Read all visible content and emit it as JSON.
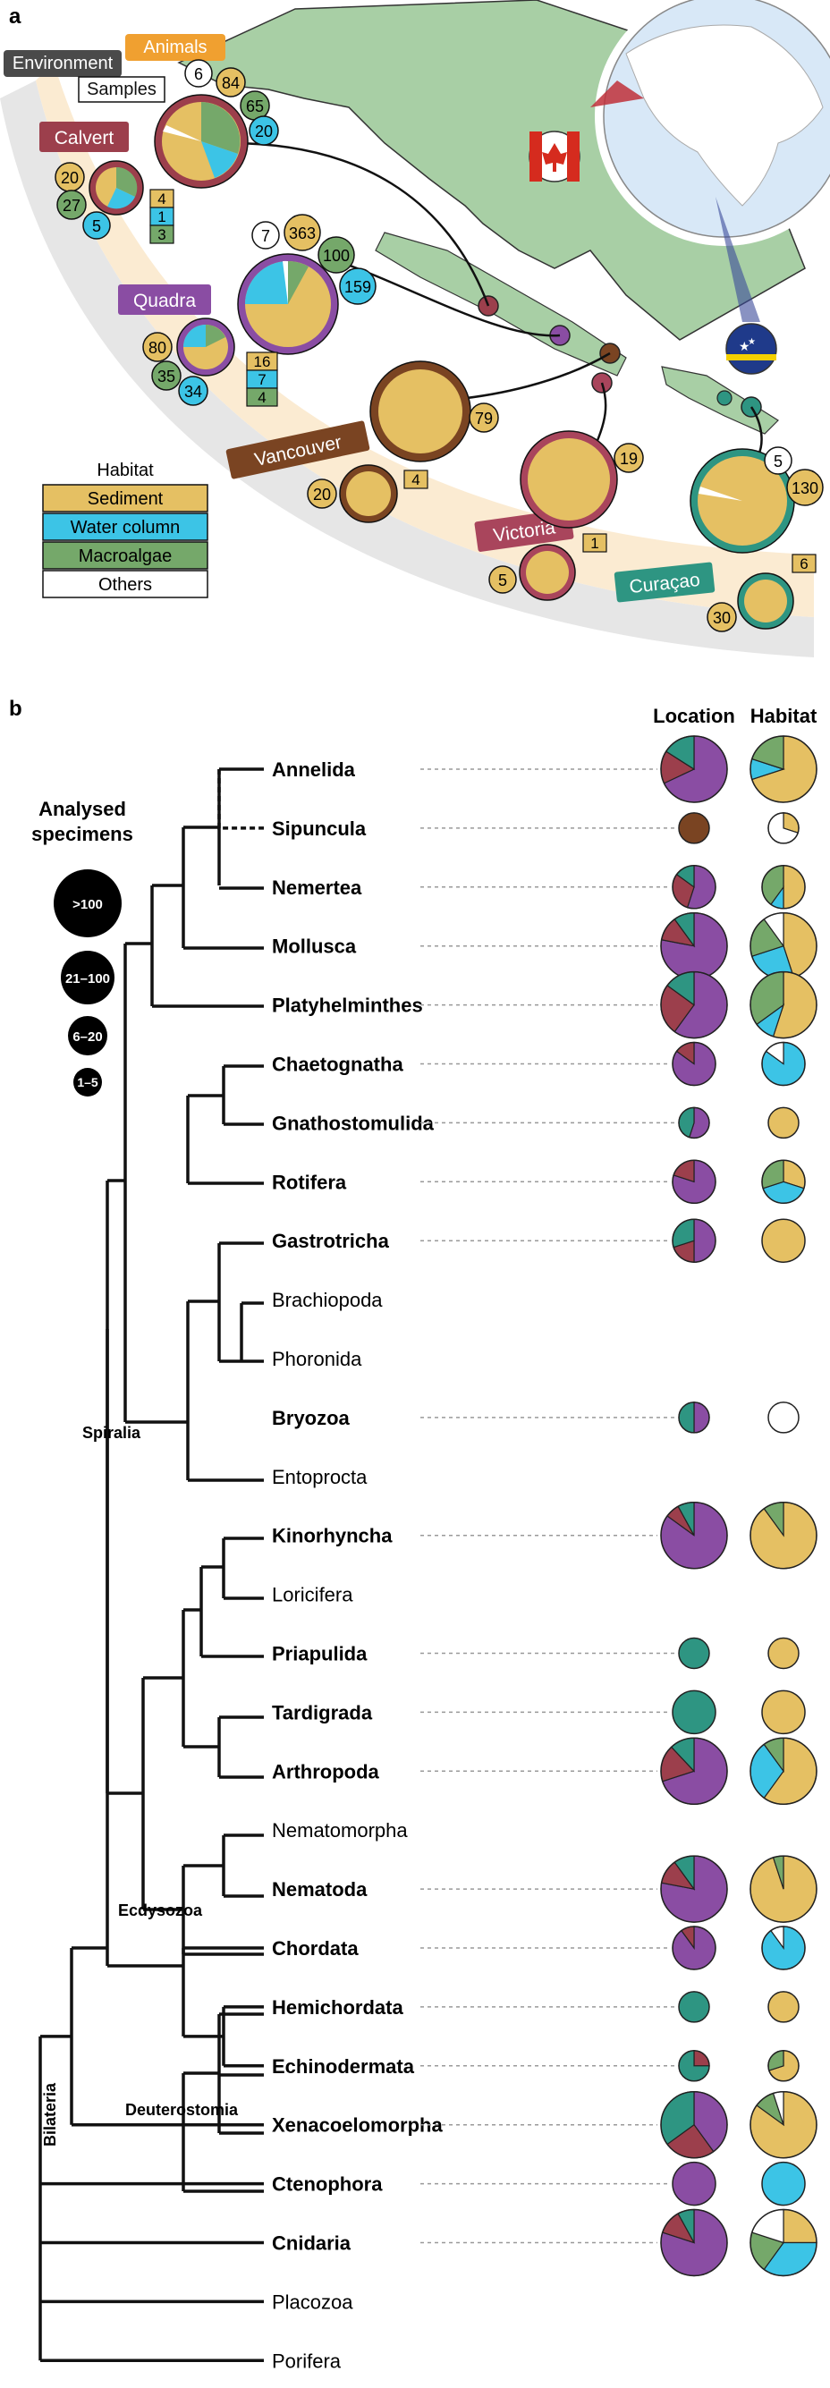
{
  "panel_a": {
    "label": "a",
    "legend_tags": {
      "environment": "Environment",
      "animals": "Animals",
      "samples": "Samples"
    },
    "habitat_legend": {
      "title": "Habitat",
      "items": [
        {
          "label": "Sediment",
          "color": "#E5C063"
        },
        {
          "label": "Water column",
          "color": "#3CC4E6"
        },
        {
          "label": "Macroalgae",
          "color": "#75A86A"
        },
        {
          "label": "Others",
          "color": "#FFFFFF"
        }
      ]
    },
    "region_colors": {
      "calvert": "#9C3F4C",
      "quadra": "#8A4DA3",
      "vancouver": "#7A4422",
      "victoria": "#A9455C",
      "curacao": "#2E9582"
    },
    "sites": [
      {
        "name": "Calvert",
        "environment_samples": [
          "4",
          "1",
          "3"
        ],
        "animal_counts": [
          "6",
          "84",
          "65",
          "20"
        ],
        "sample_counts": [
          "20",
          "27",
          "5"
        ]
      },
      {
        "name": "Quadra",
        "environment_samples": [
          "16",
          "7",
          "4"
        ],
        "animal_counts": [
          "7",
          "363",
          "100",
          "159"
        ],
        "sample_counts": [
          "80",
          "35",
          "34"
        ]
      },
      {
        "name": "Vancouver",
        "environment_samples": [
          "4"
        ],
        "animal_counts": [
          "79"
        ],
        "sample_counts": [
          "20"
        ]
      },
      {
        "name": "Victoria",
        "environment_samples": [
          "1"
        ],
        "animal_counts": [
          "19"
        ],
        "sample_counts": [
          "5"
        ]
      },
      {
        "name": "Curaçao",
        "environment_samples": [
          "6"
        ],
        "animal_counts": [
          "5",
          "130"
        ],
        "sample_counts": [
          "30"
        ]
      }
    ]
  },
  "panel_b": {
    "label": "b",
    "column_headers": {
      "location": "Location",
      "habitat": "Habitat"
    },
    "size_legend": {
      "title_line1": "Analysed",
      "title_line2": "specimens",
      "classes": [
        ">100",
        "21–100",
        "6–20",
        "1–5"
      ]
    },
    "clade_labels": {
      "spiralia": "Spiralia",
      "ecdysozoa": "Ecdysozoa",
      "deuterostomia": "Deuterostomia",
      "bilateria": "Bilateria"
    },
    "taxa": [
      {
        "name": "Annelida",
        "bold": true,
        "size": 4,
        "location": [
          0.68,
          0.16,
          0.16,
          0
        ],
        "habitat": [
          0.7,
          0.1,
          0.2,
          0
        ]
      },
      {
        "name": "Sipuncula",
        "bold": true,
        "size": 2,
        "location": [
          0,
          0,
          0,
          1
        ],
        "habitat": [
          0.3,
          0,
          0,
          0.7
        ]
      },
      {
        "name": "Nemertea",
        "bold": true,
        "size": 3,
        "location": [
          0.55,
          0.3,
          0.15,
          0
        ],
        "habitat": [
          0.5,
          0.1,
          0.4,
          0
        ]
      },
      {
        "name": "Mollusca",
        "bold": true,
        "size": 4,
        "location": [
          0.78,
          0.12,
          0.1,
          0
        ],
        "habitat": [
          0.45,
          0.25,
          0.2,
          0.1
        ]
      },
      {
        "name": "Platyhelminthes",
        "bold": true,
        "size": 4,
        "location": [
          0.6,
          0.25,
          0.15,
          0
        ],
        "habitat": [
          0.55,
          0.1,
          0.35,
          0
        ]
      },
      {
        "name": "Chaetognatha",
        "bold": true,
        "size": 3,
        "location": [
          0.85,
          0.15,
          0,
          0
        ],
        "habitat": [
          0,
          0.85,
          0,
          0.15
        ]
      },
      {
        "name": "Gnathostomulida",
        "bold": true,
        "size": 2,
        "location": [
          0.55,
          0,
          0.45,
          0
        ],
        "habitat": [
          1,
          0,
          0,
          0
        ]
      },
      {
        "name": "Rotifera",
        "bold": true,
        "size": 3,
        "location": [
          0.8,
          0.2,
          0,
          0
        ],
        "habitat": [
          0.3,
          0.4,
          0.3,
          0
        ]
      },
      {
        "name": "Gastrotricha",
        "bold": true,
        "size": 3,
        "location": [
          0.5,
          0.2,
          0.3,
          0
        ],
        "habitat": [
          1,
          0,
          0,
          0
        ]
      },
      {
        "name": "Brachiopoda",
        "bold": false,
        "size": 0
      },
      {
        "name": "Phoronida",
        "bold": false,
        "size": 0
      },
      {
        "name": "Bryozoa",
        "bold": true,
        "size": 2,
        "location": [
          0.5,
          0,
          0.5,
          0
        ],
        "habitat": [
          0,
          0,
          0,
          1
        ]
      },
      {
        "name": "Entoprocta",
        "bold": false,
        "size": 0
      },
      {
        "name": "Kinorhyncha",
        "bold": true,
        "size": 4,
        "location": [
          0.85,
          0.07,
          0.08,
          0
        ],
        "habitat": [
          0.9,
          0,
          0.1,
          0
        ]
      },
      {
        "name": "Loricifera",
        "bold": false,
        "size": 0
      },
      {
        "name": "Priapulida",
        "bold": true,
        "size": 2,
        "location": [
          0,
          0,
          1,
          0
        ],
        "habitat": [
          1,
          0,
          0,
          0
        ]
      },
      {
        "name": "Tardigrada",
        "bold": true,
        "size": 3,
        "location": [
          0,
          0,
          1,
          0
        ],
        "habitat": [
          1,
          0,
          0,
          0
        ]
      },
      {
        "name": "Arthropoda",
        "bold": true,
        "size": 4,
        "location": [
          0.7,
          0.18,
          0.12,
          0
        ],
        "habitat": [
          0.6,
          0.3,
          0.1,
          0
        ]
      },
      {
        "name": "Nematomorpha",
        "bold": false,
        "size": 0
      },
      {
        "name": "Nematoda",
        "bold": true,
        "size": 4,
        "location": [
          0.78,
          0.12,
          0.1,
          0
        ],
        "habitat": [
          0.95,
          0,
          0.05,
          0
        ]
      },
      {
        "name": "Chordata",
        "bold": true,
        "size": 3,
        "location": [
          0.9,
          0.1,
          0,
          0
        ],
        "habitat": [
          0,
          0.9,
          0,
          0.1
        ]
      },
      {
        "name": "Hemichordata",
        "bold": true,
        "size": 2,
        "location": [
          0,
          0,
          1,
          0
        ],
        "habitat": [
          1,
          0,
          0,
          0
        ]
      },
      {
        "name": "Echinodermata",
        "bold": true,
        "size": 2,
        "location": [
          0,
          0.25,
          0.75,
          0
        ],
        "habitat": [
          0.7,
          0,
          0.3,
          0
        ]
      },
      {
        "name": "Xenacoelomorpha",
        "bold": true,
        "size": 4,
        "location": [
          0.4,
          0.25,
          0.35,
          0
        ],
        "habitat": [
          0.85,
          0,
          0.1,
          0.05
        ]
      },
      {
        "name": "Ctenophora",
        "bold": true,
        "size": 3,
        "location": [
          1,
          0,
          0,
          0
        ],
        "habitat": [
          0,
          1,
          0,
          0
        ]
      },
      {
        "name": "Cnidaria",
        "bold": true,
        "size": 4,
        "location": [
          0.8,
          0.12,
          0.08,
          0
        ],
        "habitat": [
          0.25,
          0.35,
          0.2,
          0.2
        ]
      },
      {
        "name": "Placozoa",
        "bold": false,
        "size": 0
      },
      {
        "name": "Porifera",
        "bold": false,
        "size": 0
      }
    ],
    "location_colors": [
      "#8A4DA3",
      "#9C3F4C",
      "#2E9582",
      "#7A4422"
    ],
    "habitat_colors": [
      "#E5C063",
      "#3CC4E6",
      "#75A86A",
      "#FFFFFF"
    ]
  }
}
